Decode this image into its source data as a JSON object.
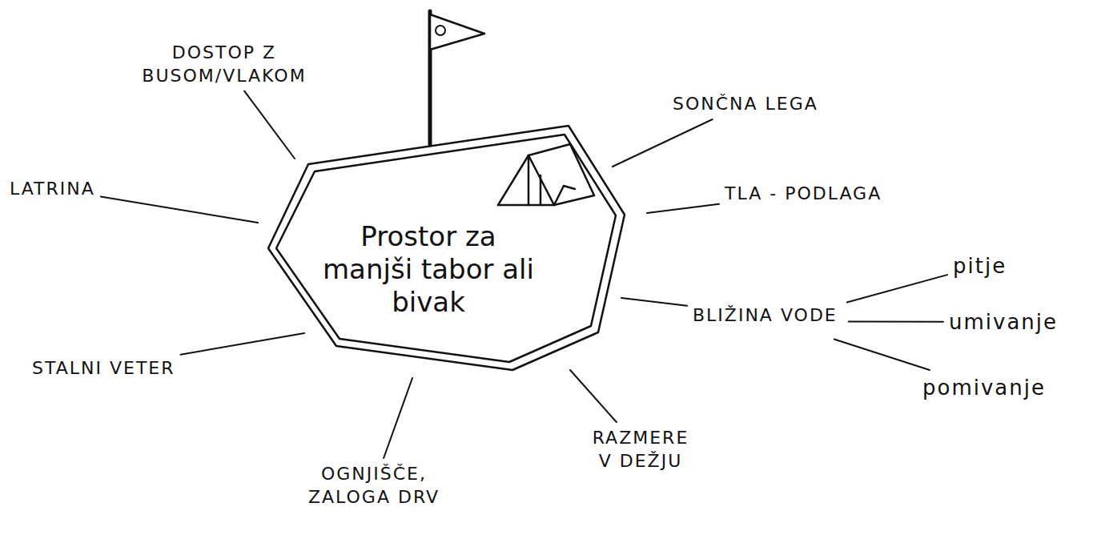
{
  "diagram": {
    "nodes": [
      {
        "text": [
          "Prostor za manjši tabor ali bivak"
        ]
      }
    ],
    "labels": [
      "DOSTOP Z BUSOM/VLAKOM",
      "SONČNA LEGA",
      "TLA - PODLAGA",
      "BLIŽINA VODE",
      "pitje",
      "umivanje",
      "pomivanje",
      "RAZMERE V DEŽJU",
      "OGNJIŠČE, ZALOGA DRV",
      "STALNI VETER",
      "LATRINA"
    ]
  }
}
